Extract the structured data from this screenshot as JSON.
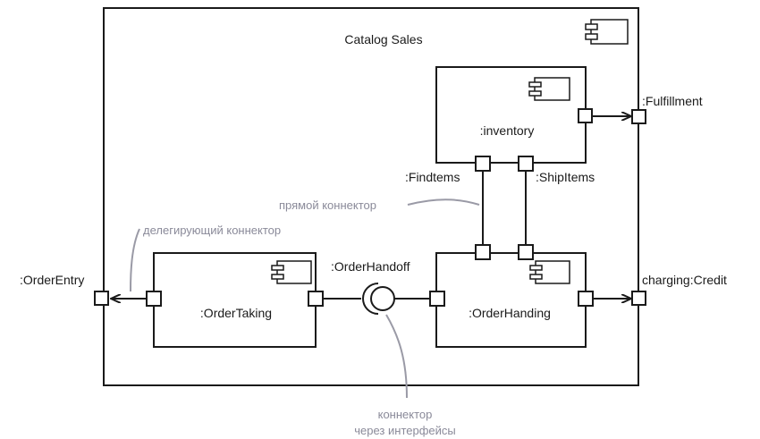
{
  "component": {
    "title": "Catalog Sales",
    "ports": {
      "order_entry": ":OrderEntry",
      "fulfillment": ":Fulfillment",
      "charging": "charging:Credit"
    }
  },
  "parts": {
    "inventory": {
      "name": ":inventory",
      "ports": {
        "find_items": ":Findtems",
        "ship_items": ":ShipItems"
      }
    },
    "order_taking": {
      "name": ":OrderTaking"
    },
    "order_handing": {
      "name": ":OrderHanding"
    }
  },
  "interface": {
    "name": ":OrderHandoff"
  },
  "annotations": {
    "direct_connector": "прямой коннектор",
    "delegating_connector": "делегирующий коннектор",
    "interface_connector_line1": "коннектор",
    "interface_connector_line2": "через интерфейсы"
  }
}
